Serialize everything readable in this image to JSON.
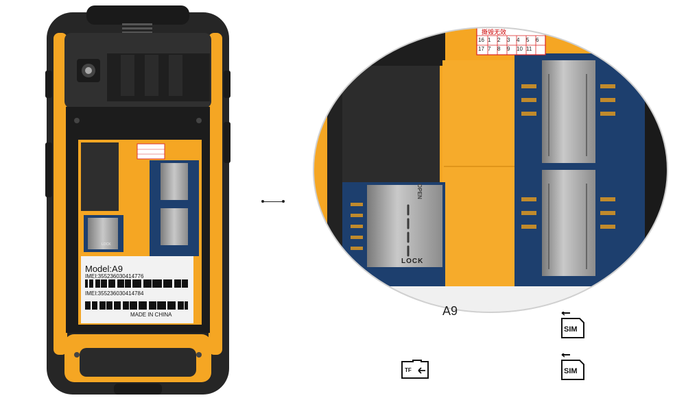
{
  "phone_label": {
    "model": "Model:A9",
    "imei1": "IMEI:355236030414776",
    "imei2": "IMEI:355236030414784",
    "made_in": "MADE IN CHINA"
  },
  "slot_labels": {
    "tf_lock": "LOCK",
    "tf_open": "OPEN",
    "seal_text": "撕毁无效",
    "seal_numbers": [
      "16",
      "1",
      "2",
      "3",
      "4",
      "5",
      "6",
      "17",
      "7",
      "8",
      "9",
      "10",
      "11"
    ]
  },
  "zoom_partial_label": "A9",
  "icons": [
    {
      "name": "sim-card-icon",
      "label": "SIM"
    },
    {
      "name": "sim-card-icon",
      "label": "SIM"
    },
    {
      "name": "tf-card-icon",
      "label": "TF"
    }
  ],
  "colors": {
    "body": "#2b2b2b",
    "accent": "#f5a623",
    "board": "#1d3f6e",
    "metal": "#9a9a9a"
  }
}
